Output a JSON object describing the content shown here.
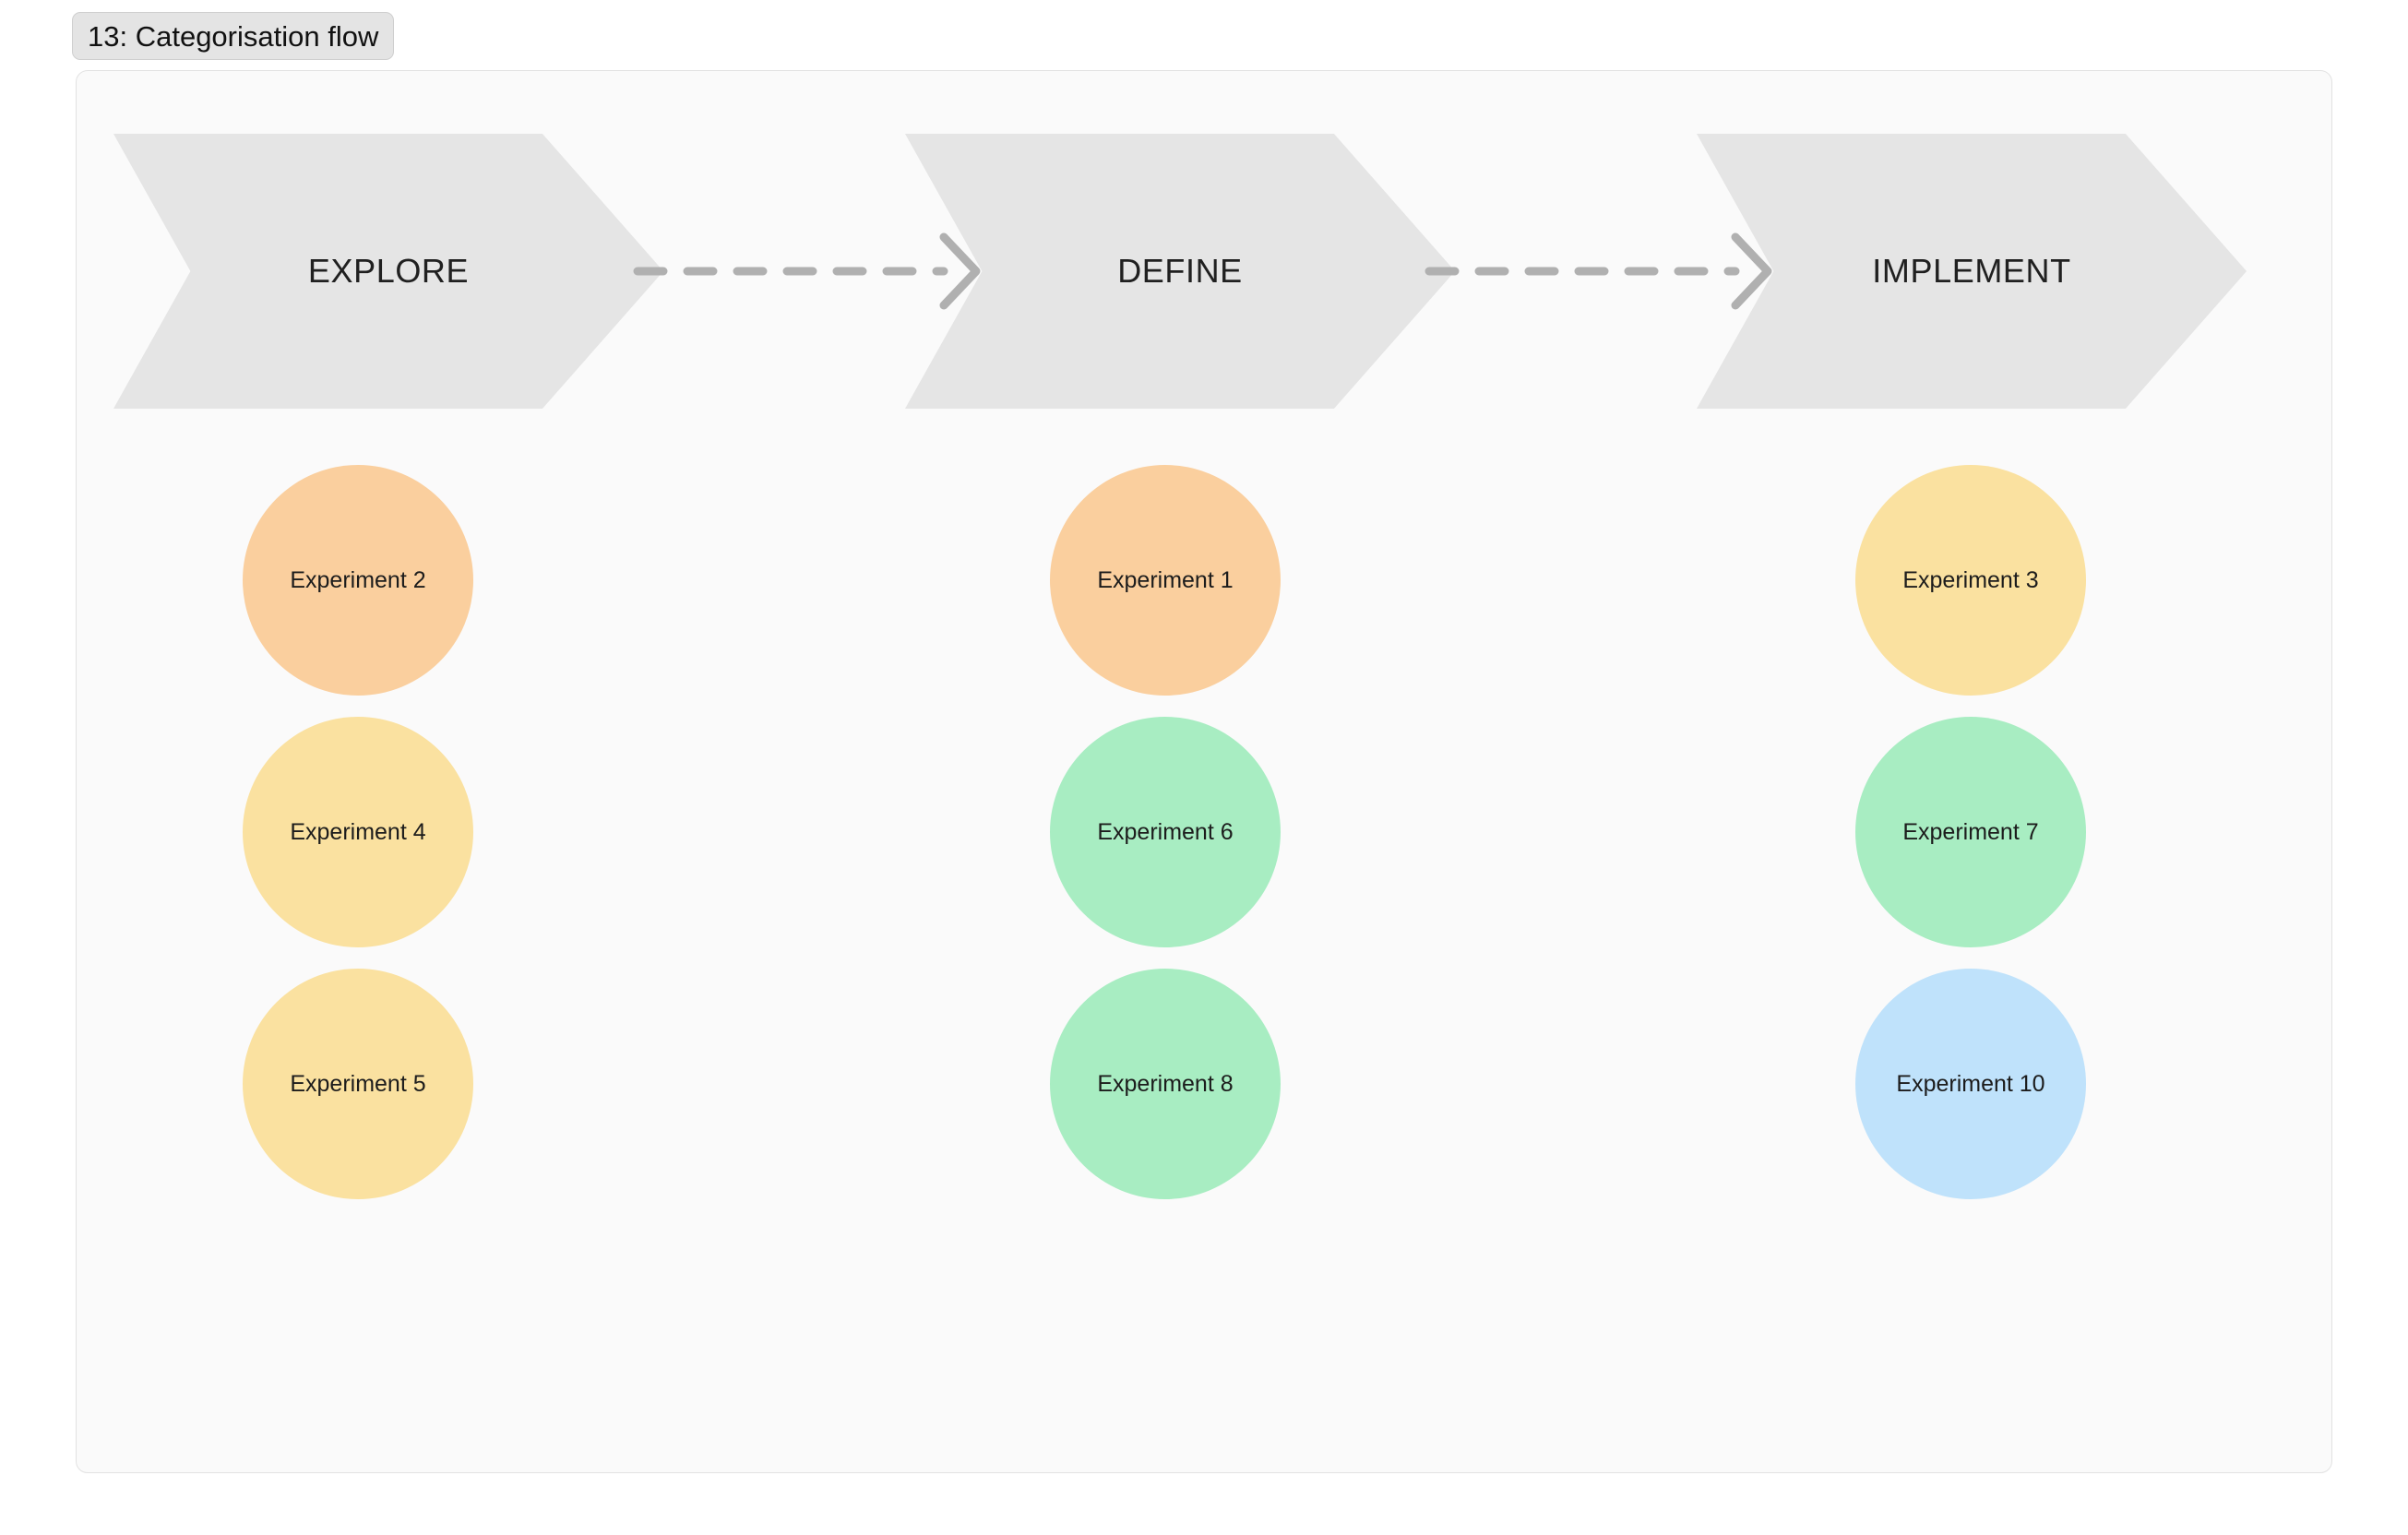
{
  "title_tab": {
    "label": "13: Categorisation flow"
  },
  "colors": {
    "tab_bg": "#E4E4E4",
    "canvas_bg": "#FAFAFA",
    "canvas_border": "#E2E2E2",
    "banner_bg": "#E5E5E5",
    "connector": "#B0B0B0",
    "orange": "#FACF9E",
    "yellow": "#FAE1A0",
    "green": "#A8EDC2",
    "blue": "#BFE2FB"
  },
  "flow": {
    "stages": [
      {
        "label": "EXPLORE"
      },
      {
        "label": "DEFINE"
      },
      {
        "label": "IMPLEMENT"
      }
    ],
    "connectors": [
      {
        "style": "dashed-arrow"
      },
      {
        "style": "dashed-arrow"
      }
    ],
    "columns": [
      {
        "stage": "EXPLORE",
        "items": [
          {
            "label": "Experiment 2",
            "color": "#FACF9E"
          },
          {
            "label": "Experiment 4",
            "color": "#FAE1A0"
          },
          {
            "label": "Experiment 5",
            "color": "#FAE1A0"
          }
        ]
      },
      {
        "stage": "DEFINE",
        "items": [
          {
            "label": "Experiment 1",
            "color": "#FACF9E"
          },
          {
            "label": "Experiment 6",
            "color": "#A8EDC2"
          },
          {
            "label": "Experiment 8",
            "color": "#A8EDC2"
          }
        ]
      },
      {
        "stage": "IMPLEMENT",
        "items": [
          {
            "label": "Experiment 3",
            "color": "#FAE1A0"
          },
          {
            "label": "Experiment 7",
            "color": "#A8EDC2"
          },
          {
            "label": "Experiment 10",
            "color": "#BFE2FB"
          }
        ]
      }
    ]
  }
}
